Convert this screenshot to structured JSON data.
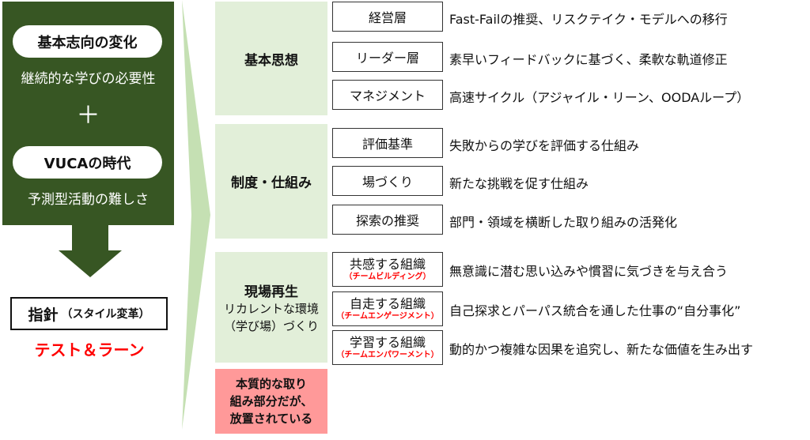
{
  "left": {
    "pill1": "基本志向の変化",
    "sub1": "継続的な学びの必要性",
    "plus": "＋",
    "pill2": "VUCAの時代",
    "sub2": "予測型活動の難しさ",
    "policy_main": "指針",
    "policy_paren": "（スタイル変革）",
    "test_learn": "テスト＆ラーン"
  },
  "categories": [
    {
      "title": "基本思想",
      "sub1": "",
      "sub2": "",
      "items": [
        {
          "label": "経営層",
          "team": "",
          "desc": "Fast-Failの推奨、リスクテイク・モデルへの移行"
        },
        {
          "label": "リーダー層",
          "team": "",
          "desc": "素早いフィードバックに基づく、柔軟な軌道修正"
        },
        {
          "label": "マネジメント",
          "team": "",
          "desc": "高速サイクル（アジャイル・リーン、OODAループ）"
        }
      ]
    },
    {
      "title": "制度・仕組み",
      "sub1": "",
      "sub2": "",
      "items": [
        {
          "label": "評価基準",
          "team": "",
          "desc": "失敗からの学びを評価する仕組み"
        },
        {
          "label": "場づくり",
          "team": "",
          "desc": "新たな挑戦を促す仕組み"
        },
        {
          "label": "探索の推奨",
          "team": "",
          "desc": "部門・領域を横断した取り組みの活発化"
        }
      ]
    },
    {
      "title": "現場再生",
      "sub1": "リカレントな環境",
      "sub2": "（学び場）づくり",
      "items": [
        {
          "label": "共感する組織",
          "team": "（チームビルディング）",
          "desc": "無意識に潜む思い込みや慣習に気づきを与え合う"
        },
        {
          "label": "自走する組織",
          "team": "（チームエンゲージメント）",
          "desc": "自己探求とパーパス統合を通した仕事の“自分事化”"
        },
        {
          "label": "学習する組織",
          "team": "（チームエンパワーメント）",
          "desc": "動的かつ複雑な因果を追究し、新たな価値を生み出す"
        }
      ]
    }
  ],
  "note": {
    "line1": "本質的な取り",
    "line2": "組み部分だが、",
    "line3": "放置されている"
  },
  "colors": {
    "panel_green": "#375623",
    "chevron_green": "#c5e0b3",
    "category_bg": "#e2efd9",
    "note_pink": "#ff9999",
    "accent_red": "#ff0000"
  }
}
